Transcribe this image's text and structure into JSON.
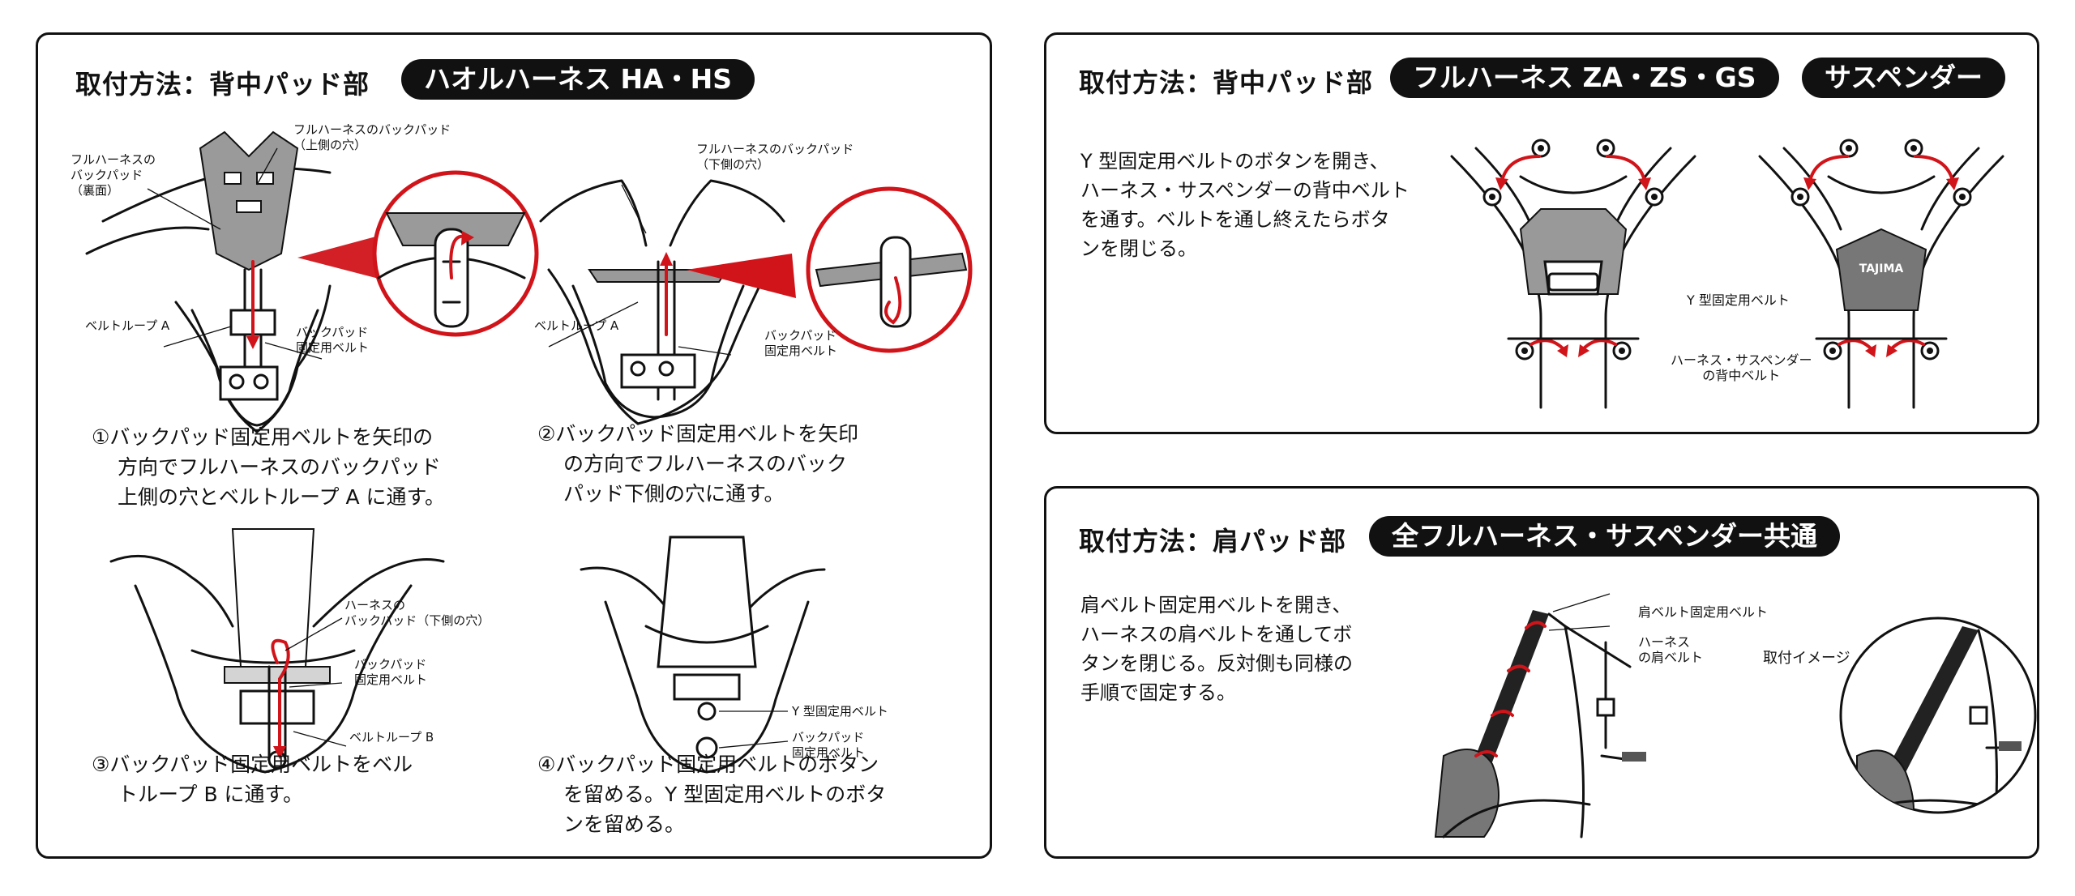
{
  "left_panel": {
    "title": "取付方法：背中パッド部",
    "badge": "ハオルハーネス HA・HS",
    "steps": [
      {
        "lines": [
          "①バックパッド固定用ベルトを矢印の",
          "方向でフルハーネスのバックパッド",
          "上側の穴とベルトループ A に通す。"
        ]
      },
      {
        "lines": [
          "②バックパッド固定用ベルトを矢印",
          "の方向でフルハーネスのバック",
          "パッド下側の穴に通す。"
        ]
      },
      {
        "lines": [
          "③バックパッド固定用ベルトをベル",
          "トループ B に通す。"
        ]
      },
      {
        "lines": [
          "④バックパッド固定用ベルトのボタン",
          "を留める。Y 型固定用ベルトのボタ",
          "ンを留める。"
        ]
      }
    ],
    "callouts": {
      "fig1_backpad_back": [
        "フルハーネスの",
        "バックパッド",
        "（裏面）"
      ],
      "fig1_backpad_top": [
        "フルハーネスのバックパッド",
        "（上側の穴）"
      ],
      "fig1_beltloop": "ベルトループ A",
      "fig1_fix_belt": [
        "バックパッド",
        "固定用ベルト"
      ],
      "fig2_backpad_bottom": [
        "フルハーネスのバックパッド",
        "（下側の穴）"
      ],
      "fig2_beltloop": "ベルトループ A",
      "fig2_fix_belt": [
        "バックパッド",
        "固定用ベルト"
      ],
      "fig3_backpad": [
        "ハーネスの",
        "バックパッド（下側の穴）"
      ],
      "fig3_fix_belt": [
        "バックパッド",
        "固定用ベルト"
      ],
      "fig3_beltloop": "ベルトループ B",
      "fig4_ybelt": "Y 型固定用ベルト",
      "fig4_fix_belt": [
        "バックパッド",
        "固定用ベルト"
      ]
    }
  },
  "right_top_panel": {
    "title": "取付方法：背中パッド部",
    "badge1": "フルハーネス ZA・ZS・GS",
    "badge2": "サスペンダー",
    "description": [
      "Y 型固定用ベルトのボタンを開き、",
      "ハーネス・サスペンダーの背中ベルト",
      "を通す。ベルトを通し終えたらボタ",
      "ンを閉じる。"
    ],
    "callout_ybelt": "Y 型固定用ベルト",
    "callout_backbelt": [
      "ハーネス・サスペンダー",
      "の背中ベルト"
    ],
    "logo_text": "TAJIMA"
  },
  "right_bottom_panel": {
    "title": "取付方法：肩パッド部",
    "badge": "全フルハーネス・サスペンダー共通",
    "description": [
      "肩ベルト固定用ベルトを開き、",
      "ハーネスの肩ベルトを通してボ",
      "タンを閉じる。反対側も同様の",
      "手順で固定する。"
    ],
    "callout_shoulder_fix": "肩ベルト固定用ベルト",
    "callout_shoulder_belt": [
      "ハーネス",
      "の肩ベルト"
    ],
    "callout_image": "取付イメージ"
  },
  "colors": {
    "accent_red": "#d0141a",
    "ink": "#111111",
    "pad_grey": "#9a9a9a"
  }
}
